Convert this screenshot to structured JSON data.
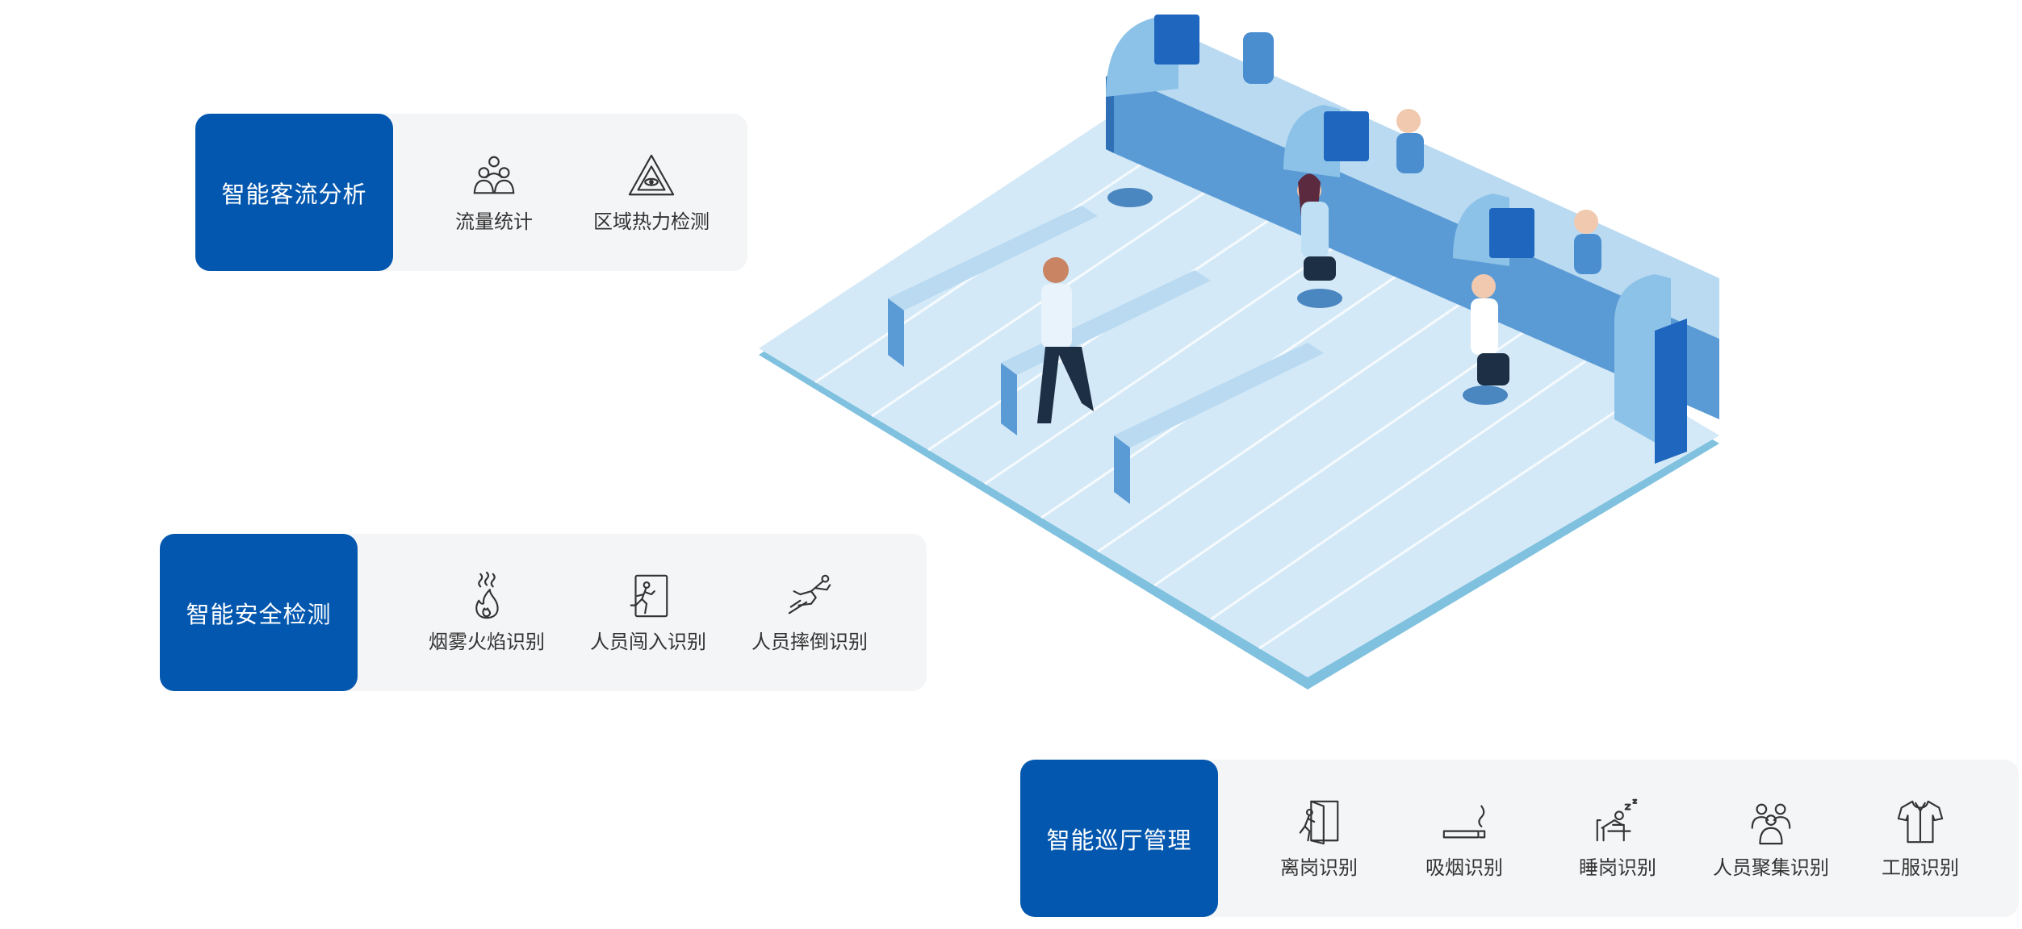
{
  "cards": [
    {
      "title": "智能客流分析",
      "items": [
        {
          "label": "流量统计",
          "icon": "people-group-icon"
        },
        {
          "label": "区域热力检测",
          "icon": "heat-zone-icon"
        }
      ]
    },
    {
      "title": "智能安全检测",
      "items": [
        {
          "label": "烟雾火焰识别",
          "icon": "fire-icon"
        },
        {
          "label": "人员闯入识别",
          "icon": "intrusion-icon"
        },
        {
          "label": "人员摔倒识别",
          "icon": "fall-icon"
        }
      ]
    },
    {
      "title": "智能巡厅管理",
      "items": [
        {
          "label": "离岗识别",
          "icon": "leave-post-icon"
        },
        {
          "label": "吸烟识别",
          "icon": "smoking-icon"
        },
        {
          "label": "睡岗识别",
          "icon": "sleeping-icon"
        },
        {
          "label": "人员聚集识别",
          "icon": "crowd-icon"
        },
        {
          "label": "工服识别",
          "icon": "uniform-icon"
        }
      ]
    }
  ],
  "colors": {
    "brand": "#0357ae",
    "card_bg": "#f4f5f7",
    "floor": "#cfe6f6",
    "counter": "#5b9bd5"
  }
}
